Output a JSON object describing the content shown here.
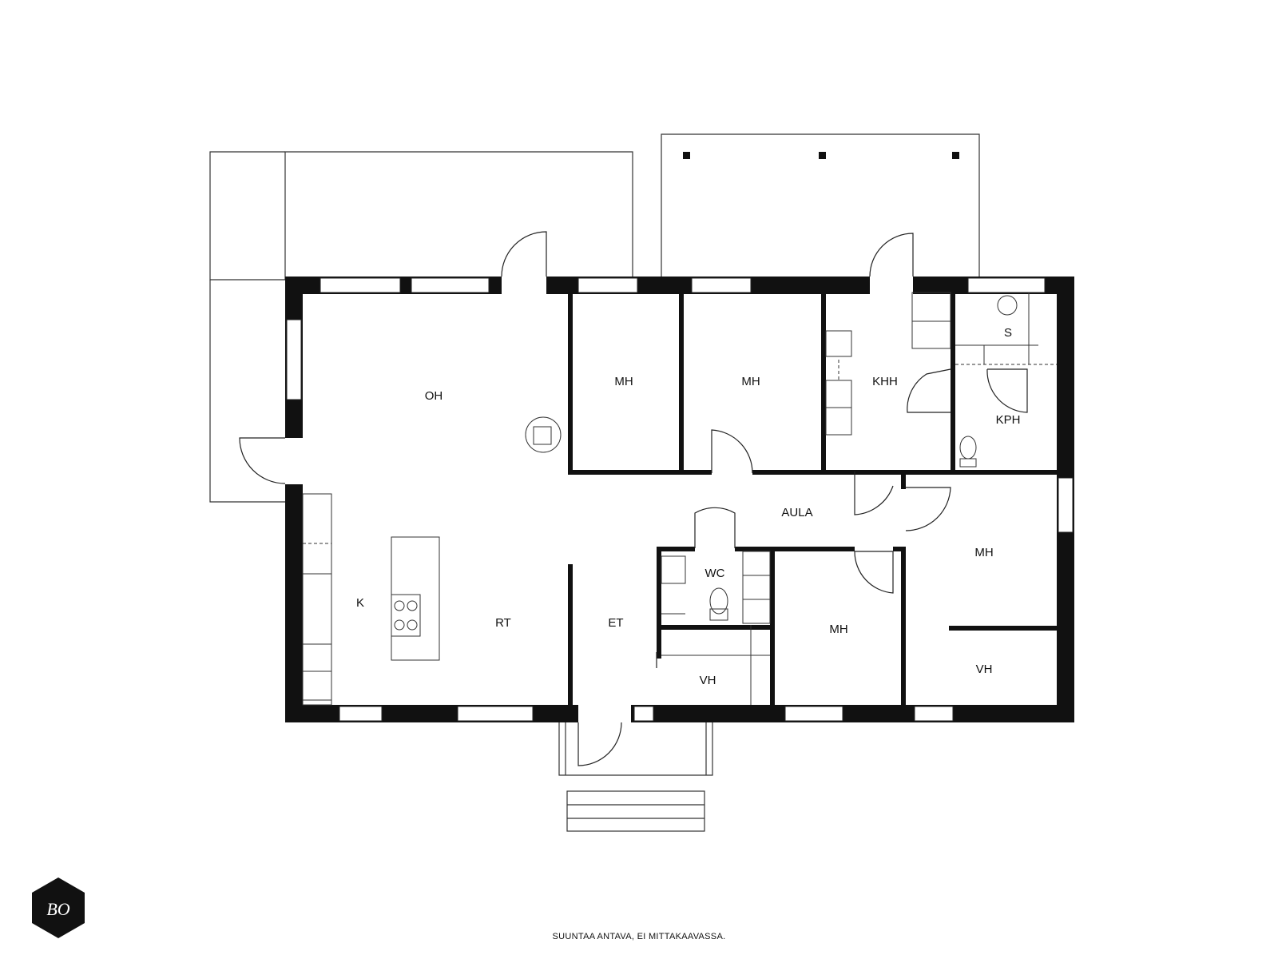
{
  "rooms": {
    "oh": "OH",
    "mh1": "MH",
    "mh2": "MH",
    "khh": "KHH",
    "s": "S",
    "kph": "KPH",
    "aula": "AULA",
    "wc": "WC",
    "k": "K",
    "rt": "RT",
    "et": "ET",
    "vh1": "VH",
    "mh3": "MH",
    "mh4": "MH",
    "vh2": "VH"
  },
  "footer": {
    "note": "SUUNTAA ANTAVA, EI MITTAKAAVASSA."
  },
  "logo": {
    "text": "BO"
  },
  "colors": {
    "wall": "#111111",
    "line": "#222222",
    "background": "#ffffff"
  }
}
